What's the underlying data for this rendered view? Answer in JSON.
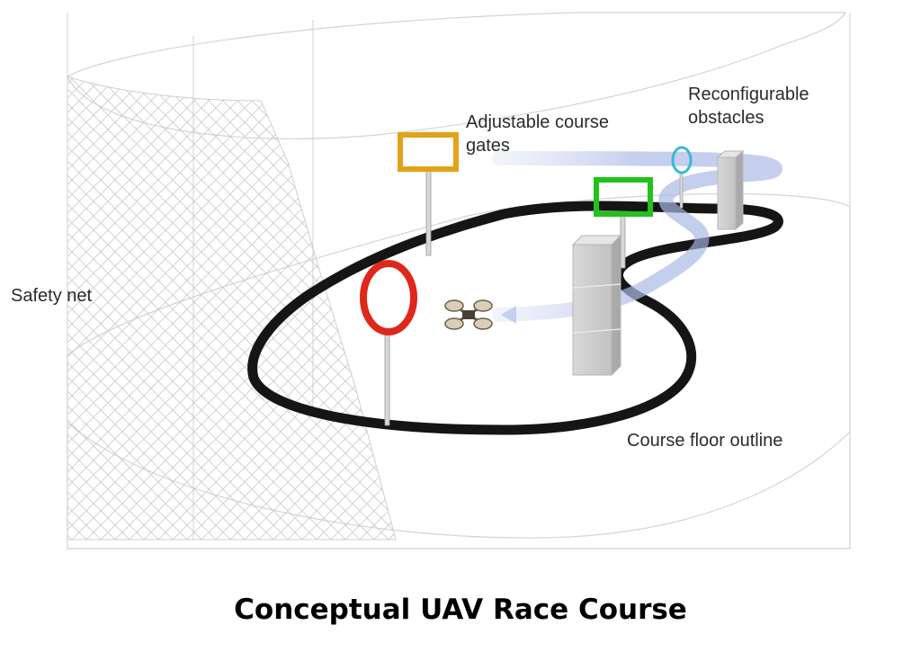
{
  "diagram": {
    "labels": {
      "reconfigurable_obstacles": [
        "Reconfigurable",
        "obstacles"
      ],
      "adjustable_gates": [
        "Adjustable course",
        "gates"
      ],
      "safety_net": "Safety net",
      "floor_outline": "Course floor outline"
    },
    "caption": "Conceptual UAV Race Course",
    "colors": {
      "gate_orange": "#e3a21a",
      "gate_green": "#21c21a",
      "gate_red": "#e0271c",
      "gate_cyan": "#3bb6dc",
      "track": "#141414",
      "flight_path": "#b8c4e8",
      "obstacle": "#cfcfcf",
      "net": "#c8c8c8"
    }
  }
}
